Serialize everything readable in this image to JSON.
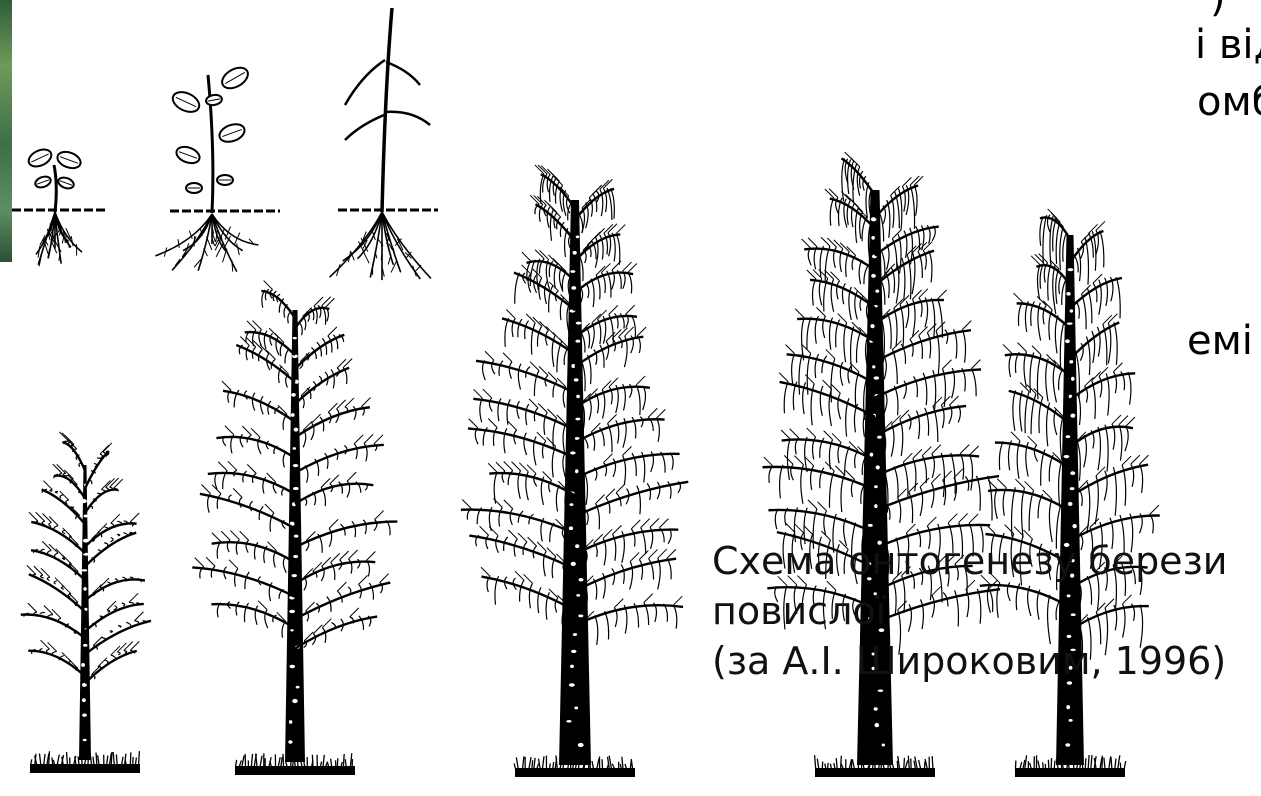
{
  "slide": {
    "clipped_text": [
      ")",
      "і від",
      "омб",
      "емі"
    ],
    "caption": {
      "line1": "Схема онтогенезу берези",
      "line2": "повислої",
      "line3": "(за А.І. Широковим, 1996)"
    }
  },
  "stages": [
    {
      "id": "seedling",
      "kind": "seedling",
      "leaves": 4
    },
    {
      "id": "juvenile",
      "kind": "juvenile",
      "leaves": 7
    },
    {
      "id": "immature",
      "kind": "sapling"
    },
    {
      "id": "virginile",
      "kind": "tree",
      "density": 0.45
    },
    {
      "id": "young-generative",
      "kind": "tree",
      "density": 0.7
    },
    {
      "id": "mature-generative",
      "kind": "tree",
      "density": 1.0
    },
    {
      "id": "old-generative",
      "kind": "tree",
      "density": 1.0
    },
    {
      "id": "senile",
      "kind": "tree",
      "density": 0.6
    }
  ]
}
